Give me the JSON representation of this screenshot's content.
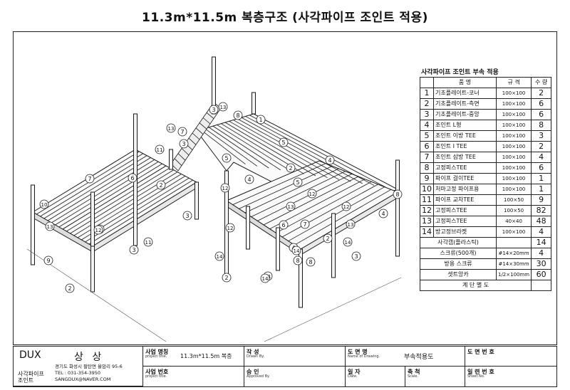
{
  "title": "11.3m*11.5m 복층구조 (사각파이프 조인트 적용)",
  "parts_table": {
    "title": "사각파이프 조인트 부속 적용",
    "headers": {
      "name": "품          명",
      "spec": "규 격",
      "qty": "수 량"
    },
    "rows": [
      {
        "no": "1",
        "name": "기초플레이트-코너",
        "spec": "100×100",
        "qty": "2"
      },
      {
        "no": "2",
        "name": "기초플레이트-측면",
        "spec": "100×100",
        "qty": "6"
      },
      {
        "no": "3",
        "name": "기초플레이트-중앙",
        "spec": "100×100",
        "qty": "6"
      },
      {
        "no": "4",
        "name": "조인트 L형",
        "spec": "100×100",
        "qty": "8"
      },
      {
        "no": "5",
        "name": "조인트 이방 TEE",
        "spec": "100×100",
        "qty": "3"
      },
      {
        "no": "6",
        "name": "조인트 I TEE",
        "spec": "100×100",
        "qty": "2"
      },
      {
        "no": "7",
        "name": "조인트 삼방 TEE",
        "spec": "100×100",
        "qty": "4"
      },
      {
        "no": "8",
        "name": "고정피스TEE",
        "spec": "100×100",
        "qty": "6"
      },
      {
        "no": "9",
        "name": "파이프 걸이TEE",
        "spec": "100×100",
        "qty": "1"
      },
      {
        "no": "10",
        "name": "처마고정 파이프용",
        "spec": "100×100",
        "qty": "1"
      },
      {
        "no": "11",
        "name": "파이프 교차TEE",
        "spec": "100×50",
        "qty": "9"
      },
      {
        "no": "12",
        "name": "고정피스TEE",
        "spec": "100×50",
        "qty": "82"
      },
      {
        "no": "13",
        "name": "고정피스TEE",
        "spec": "40×40",
        "qty": "48"
      },
      {
        "no": "14",
        "name": "방고정브라켓",
        "spec": "100×100",
        "qty": "4"
      }
    ],
    "extras": [
      {
        "name": "사각캡(플라스틱)",
        "spec": "",
        "qty": "14"
      },
      {
        "name": "스크류(500개)",
        "spec": "#14×20mm",
        "qty": "4"
      },
      {
        "name": "방용 스크류",
        "spec": "#14×30mm",
        "qty": "30"
      },
      {
        "name": "셋트앙카",
        "spec": "1/2×100mm",
        "qty": "60"
      }
    ],
    "footer": "계 단 별 도"
  },
  "title_block": {
    "brand": "DUX",
    "brand_ko": "상 상",
    "company": "사각파이프\n조인트",
    "address": "경기도 화성시 팔탄면 율암리 95-6",
    "tel": "TEL : 031-354-3950",
    "email": "SANGDUX@NAVER.COM",
    "project_name_label": "사업 명칭",
    "project_name_sub": "project title.",
    "project_name_value": "11.3m*11.5m 복층",
    "drawn_label": "작  성",
    "drawn_sub": "Drawn By.",
    "drawing_name_label": "도 면 명",
    "drawing_name_sub": "Name of Drawing.",
    "drawing_name_value": "부속적용도",
    "drawing_no_label": "도 면 번 호",
    "project_no_label": "사업 번호",
    "project_no_sub": "project title.",
    "approved_label": "승  인",
    "approved_sub": "Approved By.",
    "date_label": "일  자",
    "date_sub": "Date.",
    "scale_label": "축  척",
    "scale_sub": "Scale.",
    "sheet_label": "일 련 번 호",
    "sheet_sub": "Sheet No."
  },
  "callouts": [
    {
      "label": "1"
    },
    {
      "label": "2"
    },
    {
      "label": "2"
    },
    {
      "label": "2"
    },
    {
      "label": "2"
    },
    {
      "label": "2"
    },
    {
      "label": "2"
    },
    {
      "label": "3"
    },
    {
      "label": "3"
    },
    {
      "label": "3"
    },
    {
      "label": "3"
    },
    {
      "label": "3"
    },
    {
      "label": "4"
    },
    {
      "label": "4"
    },
    {
      "label": "4"
    },
    {
      "label": "4"
    },
    {
      "label": "5"
    },
    {
      "label": "5"
    },
    {
      "label": "5"
    },
    {
      "label": "6"
    },
    {
      "label": "6"
    },
    {
      "label": "7"
    },
    {
      "label": "7"
    },
    {
      "label": "7"
    },
    {
      "label": "8"
    },
    {
      "label": "8"
    },
    {
      "label": "8"
    },
    {
      "label": "8"
    },
    {
      "label": "9"
    },
    {
      "label": "10"
    },
    {
      "label": "11"
    },
    {
      "label": "11"
    },
    {
      "label": "11"
    },
    {
      "label": "12"
    },
    {
      "label": "12"
    },
    {
      "label": "12"
    },
    {
      "label": "12"
    },
    {
      "label": "12"
    },
    {
      "label": "13"
    },
    {
      "label": "13"
    },
    {
      "label": "13"
    },
    {
      "label": "13"
    },
    {
      "label": "13"
    },
    {
      "label": "14"
    },
    {
      "label": "14"
    },
    {
      "label": "14"
    },
    {
      "label": "14"
    }
  ]
}
